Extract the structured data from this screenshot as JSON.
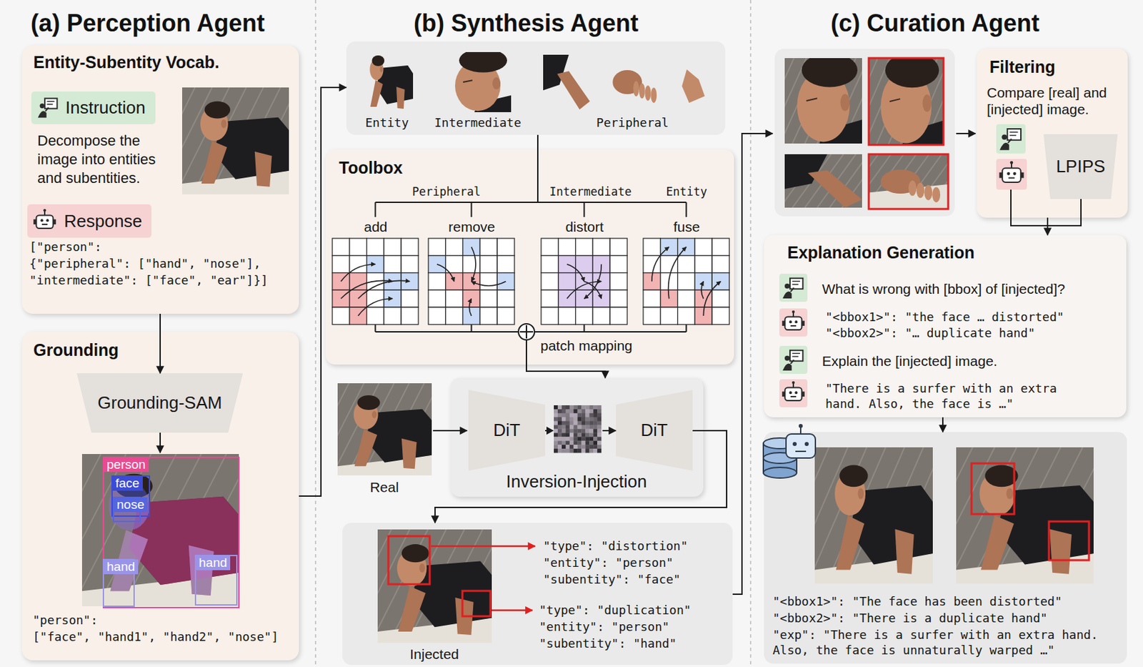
{
  "diagram": {
    "nodes": [
      {
        "text": [
          "Entity-Subentity Vocab.",
          "Decompose the image into entities and subentities.",
          "[\"person\":",
          "{\"peripheral\": [\"hand\", \"nose\"],",
          "\"intermediate\": [\"face\", \"ear\"]}]"
        ]
      },
      {
        "text": [
          "Instruction"
        ],
        "in": 0
      },
      {
        "text": [
          "Response"
        ],
        "in": 0
      },
      {
        "text": [
          "Grounding",
          "\"person\":",
          "[\"face\", \"hand1\", \"hand2\", \"nose\"]"
        ]
      },
      {
        "text": [
          "Grounding-SAM"
        ],
        "in": 3
      },
      {
        "text": [
          "Entity",
          "Intermediate",
          "Peripheral"
        ]
      },
      {
        "text": [
          "Toolbox",
          "Peripheral",
          "Intermediate",
          "Entity",
          "add",
          "remove",
          "distort",
          "fuse",
          "patch mapping"
        ]
      },
      {
        "text": [
          "Inversion-Injection"
        ]
      },
      {
        "text": [
          "DiT"
        ],
        "in": 7
      },
      {
        "text": [
          "DiT"
        ],
        "in": 7
      },
      {
        "text": [
          "\"type\": \"distortion\"",
          "\"entity\": \"person\"",
          "\"subentity\": \"face\"",
          "\"type\": \"duplication\"",
          "\"entity\": \"person\"",
          "\"subentity\": \"hand\"",
          "Injected"
        ]
      },
      {
        "text": [
          "Filtering",
          "Compare [real] and [injected] image."
        ]
      },
      {
        "text": [
          "LPIPS"
        ],
        "in": 11
      },
      {
        "text": [
          "Explanation Generation",
          "What is wrong with [bbox] of [injected]?",
          "\"<bbox1>\": \"the face … distorted\"",
          "\"<bbox2>\": \"… duplicate hand\"",
          "Explain the [injected] image.",
          "\"There is a surfer with an extra hand. Also, the face is …\""
        ]
      },
      {
        "text": [
          "\"<bbox1>\": \"The face has been distorted\"",
          "\"<bbox2>\": \"There is a duplicate hand\"",
          "\"exp\": \"There is a surfer with an extra hand. Also, the face is unnaturally warped …\""
        ]
      }
    ],
    "edges": [
      {
        "from": 0,
        "to": 4,
        "arrow": "to"
      },
      {
        "from": 3,
        "to": 5,
        "arrow": "to"
      },
      {
        "from": 5,
        "to": 6,
        "arrow": "none"
      },
      {
        "from": 6,
        "to": 7,
        "arrow": "to"
      },
      {
        "from": 8,
        "to": 9,
        "arrow": "to"
      },
      {
        "from": 9,
        "to": 10,
        "arrow": "to"
      },
      {
        "from": 11,
        "to": 13,
        "arrow": "to"
      },
      {
        "from": 13,
        "to": 14,
        "arrow": "to"
      }
    ],
    "labels": [
      "(a) Perception Agent",
      "(b) Synthesis Agent",
      "(c) Curation Agent",
      "person",
      "face",
      "nose",
      "hand",
      "hand",
      "Real"
    ]
  }
}
